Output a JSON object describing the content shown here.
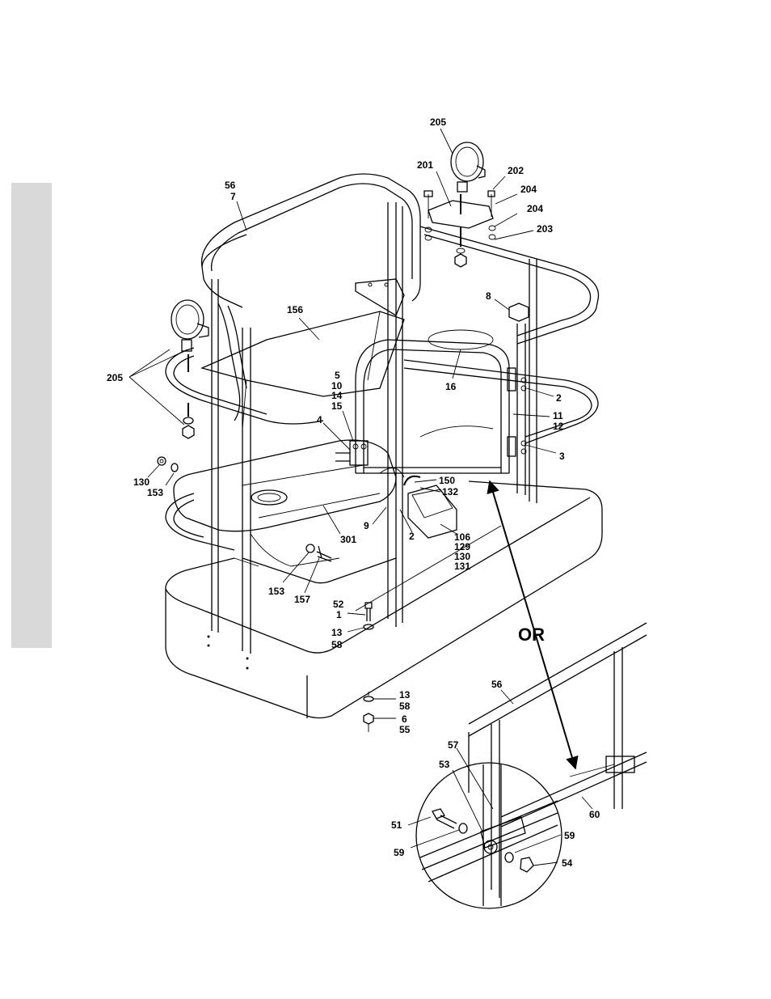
{
  "page": {
    "thumb_tab_color": "#d9d9d9",
    "line_color": "#000000"
  },
  "callouts": {
    "c205_top": "205",
    "c201": "201",
    "c202": "202",
    "c204a": "204",
    "c204b": "204",
    "c203": "203",
    "c56_top": "56",
    "c7": "7",
    "c8": "8",
    "c156": "156",
    "c205_left": "205",
    "c16": "16",
    "c5": "5",
    "c10": "10",
    "c14": "14",
    "c15": "15",
    "c4": "4",
    "c2a": "2",
    "c11": "11",
    "c12": "12",
    "c3": "3",
    "c150": "150",
    "c132": "132",
    "c130a": "130",
    "c153a": "153",
    "c9": "9",
    "c2b": "2",
    "c301": "301",
    "c106": "106",
    "c129": "129",
    "c130b": "130",
    "c131": "131",
    "c153b": "153",
    "c157": "157",
    "c52": "52",
    "c1": "1",
    "c13a": "13",
    "c58a": "58",
    "c13b": "13",
    "c58b": "58",
    "c6": "6",
    "c55": "55",
    "or": "OR",
    "c56_bottom": "56",
    "c57": "57",
    "c53": "53",
    "c51": "51",
    "c59a": "59",
    "c59b": "59",
    "c54": "54",
    "c60": "60"
  }
}
